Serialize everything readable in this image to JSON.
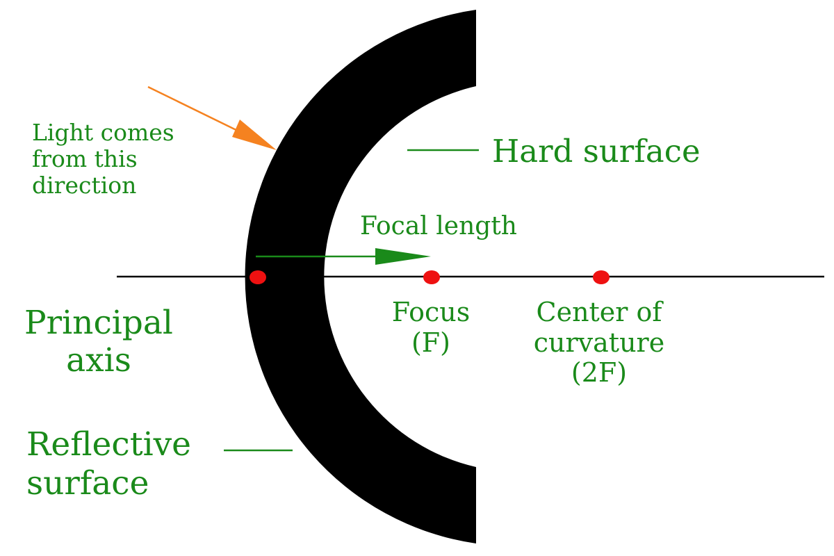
{
  "colors": {
    "text": "#1a8a1a",
    "mirror": "#000000",
    "axis": "#000000",
    "point": "#ee1111",
    "light_arrow": "#f58220",
    "focal_arrow": "#1a8a1a"
  },
  "labels": {
    "light_direction": [
      "Light comes",
      "from this",
      "direction"
    ],
    "hard_surface": "Hard surface",
    "focal_length": "Focal length",
    "focus": [
      "Focus",
      "(F)"
    ],
    "center_of_curvature": [
      "Center of",
      "curvature",
      "(2F)"
    ],
    "principal_axis": [
      "Principal",
      "axis"
    ],
    "reflective_surface": [
      "Reflective",
      "surface"
    ]
  }
}
